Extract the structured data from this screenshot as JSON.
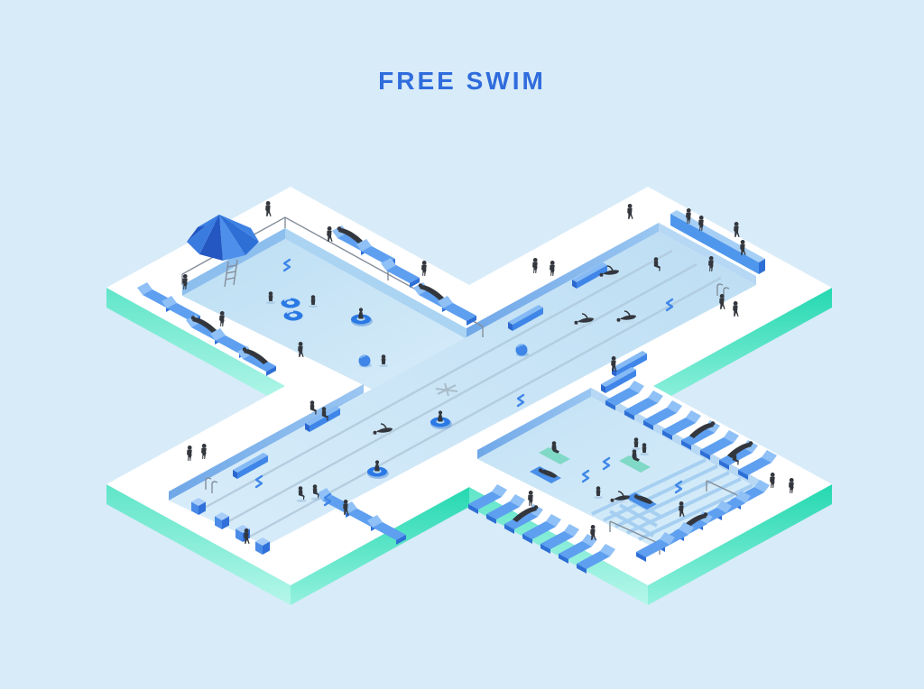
{
  "title": "FREE SWIM",
  "colors": {
    "background": "#D8EBF8",
    "title": "#2F6CDC",
    "deck": "#FFFFFF",
    "slab_edge_teal": "#24D8B0",
    "slab_edge_mint": "#8FF0DF",
    "pool_wall_dark": "#6FA7E8",
    "pool_wall_light": "#ABD4F3",
    "water_light": "#C7E3F6",
    "lane_line": "#AFC9DC",
    "furniture_blue": "#3F86E8",
    "furniture_light": "#85BAF4",
    "float_ring_blue": "#2B79E4",
    "towel_teal": "#7FD9C6",
    "people": "#33373D",
    "rail_gray": "#848E9B",
    "weir_ramp": "#C8DAE8"
  },
  "scene": {
    "description": "Isometric X-shaped swimming pool complex on a white deck with teal edges",
    "zones": [
      {
        "label": "leisure-pool-upper-left"
      },
      {
        "label": "lap-pool-diagonal"
      },
      {
        "label": "family-pool-lower-right"
      },
      {
        "label": "sun-deck"
      }
    ],
    "elements": {
      "umbrella": 1,
      "swim_rings": 2,
      "tube_floaters": 3,
      "beach_balls": 2,
      "floating_mats": 4,
      "starting_blocks": 4,
      "lane_lines": 3,
      "pool_ladders": 3,
      "benches": 6,
      "low_wall": 1,
      "loungers": 27,
      "people": 38,
      "swimmers": 6
    }
  }
}
